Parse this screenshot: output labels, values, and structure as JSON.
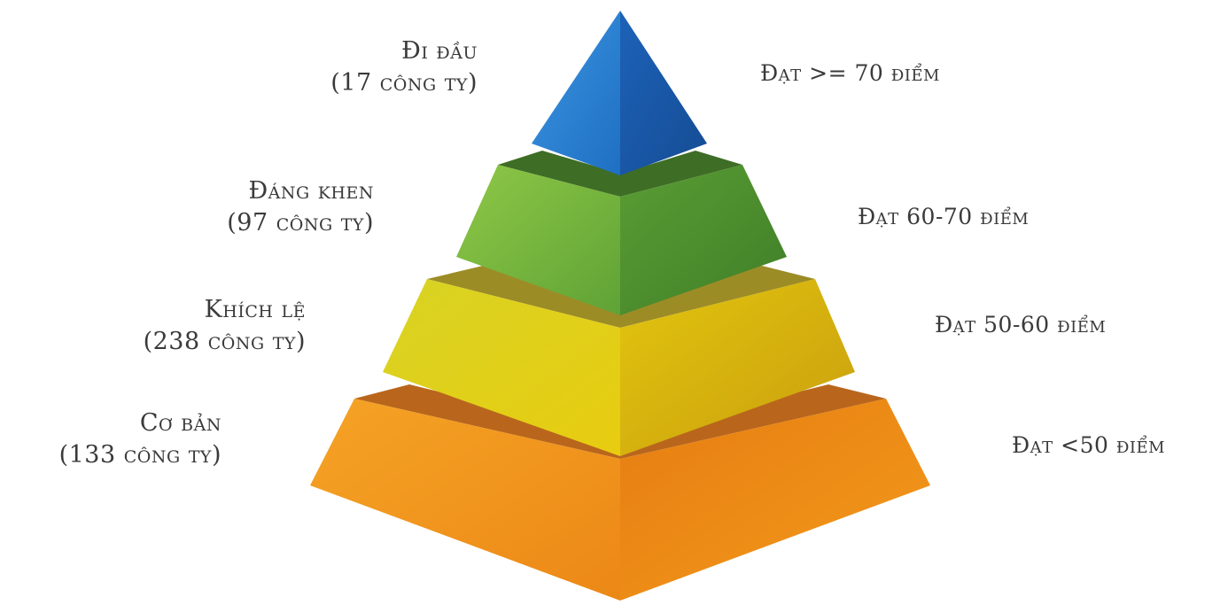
{
  "tiers": [
    {
      "name": "Đi đầu",
      "count": "(17 công ty)",
      "criterion": "Đạt >= 70 điểm",
      "colors": {
        "light": "#2b7fd0",
        "dark": "#1f5fb0",
        "ledge": "#14478a"
      }
    },
    {
      "name": "Đáng khen",
      "count": "(97 công ty)",
      "criterion": "Đạt 60-70 điểm",
      "colors": {
        "light": "#7cb83a",
        "dark": "#4f9330",
        "ledge": "#3c6b22"
      }
    },
    {
      "name": "Khích lệ",
      "count": "(238 công ty)",
      "criterion": "Đạt 50-60 điểm",
      "colors": {
        "light": "#e4d313",
        "dark": "#c9a60f",
        "ledge": "#9c8a20"
      }
    },
    {
      "name": "Cơ bản",
      "count": "(133 công ty)",
      "criterion": "Đạt <50 điểm",
      "colors": {
        "light": "#f39a1b",
        "dark": "#e07a12",
        "ledge": "#b6641a"
      }
    }
  ]
}
